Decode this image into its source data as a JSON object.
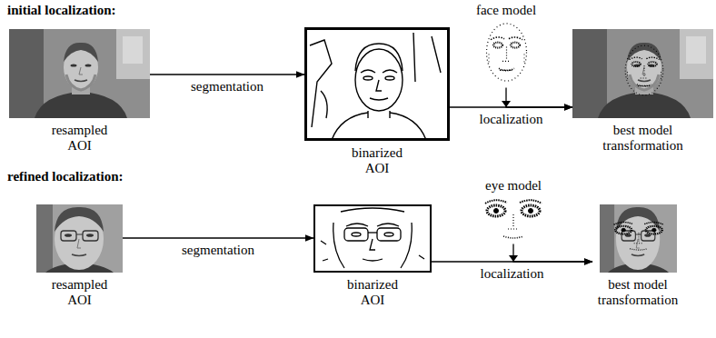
{
  "diagram": {
    "nodes": [
      {
        "text": [
          "resampled AOI"
        ]
      },
      {
        "text": [
          "binarized AOI"
        ]
      },
      {
        "text": [
          "face model"
        ]
      },
      {
        "text": [
          "best model transformation"
        ]
      },
      {
        "text": [
          "resampled AOI"
        ]
      },
      {
        "text": [
          "binarized AOI"
        ]
      },
      {
        "text": [
          "eye model"
        ]
      },
      {
        "text": [
          "best model transformation"
        ]
      }
    ],
    "edges": [
      {
        "from": 0,
        "to": 1,
        "arrow": "to",
        "label": "segmentation"
      },
      {
        "from": 1,
        "to": 3,
        "arrow": "to",
        "label": "localization"
      },
      {
        "from": 2,
        "to": 3,
        "arrow": "to"
      },
      {
        "from": 4,
        "to": 5,
        "arrow": "to",
        "label": "segmentation"
      },
      {
        "from": 5,
        "to": 7,
        "arrow": "to",
        "label": "localization"
      },
      {
        "from": 6,
        "to": 7,
        "arrow": "to"
      }
    ],
    "labels": [
      "initial localization:",
      "refined localization:"
    ]
  }
}
